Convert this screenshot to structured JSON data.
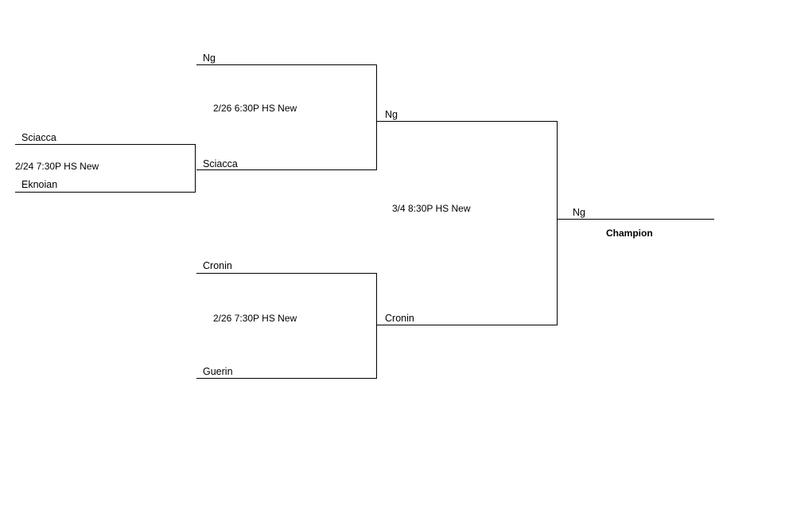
{
  "round1": {
    "game1": {
      "top": "Sciacca",
      "bottom": "Eknoian",
      "schedule": "2/24 7:30P HS New"
    }
  },
  "round2": {
    "game1": {
      "top": "Ng",
      "bottom": "Sciacca",
      "schedule": "2/26 6:30P HS New"
    },
    "game2": {
      "top": "Cronin",
      "bottom": "Guerin",
      "schedule": "2/26 7:30P HS New"
    }
  },
  "final": {
    "top": "Ng",
    "bottom": "Cronin",
    "schedule": "3/4 8:30P HS New"
  },
  "champion": {
    "name": "Ng",
    "label": "Champion"
  }
}
